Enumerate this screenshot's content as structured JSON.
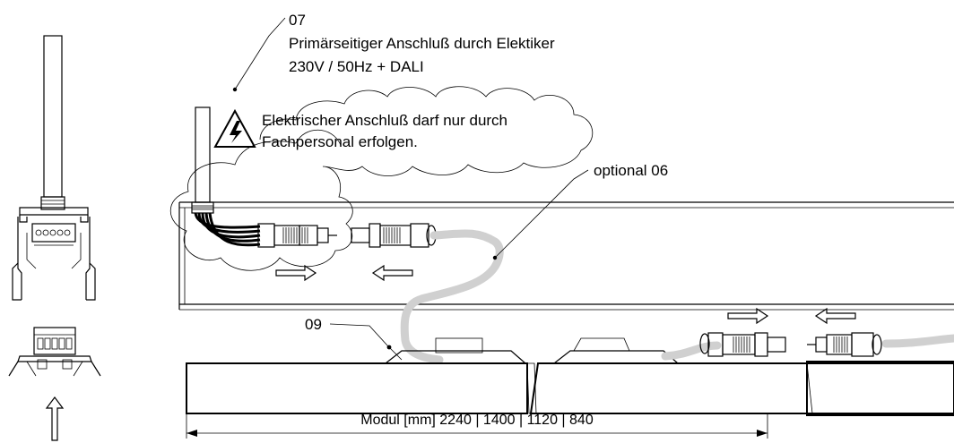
{
  "labels": {
    "ref_07": "07",
    "primary_line1": "Primärseitiger Anschluß durch Elektiker",
    "primary_line2": "230V / 50Hz + DALI",
    "warning_line1": "Elektrischer Anschluß darf nur durch",
    "warning_line2": "Fachpersonal erfolgen.",
    "optional_06": "optional 06",
    "ref_09": "09",
    "module_dimension": "Modul [mm] 2240 | 1400 | 1120 | 840"
  },
  "icons": {
    "warning": "high-voltage-warning-icon",
    "arrows": [
      "arrow-right-icon",
      "arrow-left-icon",
      "arrow-up-icon"
    ]
  },
  "colors": {
    "line": "#000000",
    "cable": "#d0d0d0",
    "background": "#ffffff"
  }
}
